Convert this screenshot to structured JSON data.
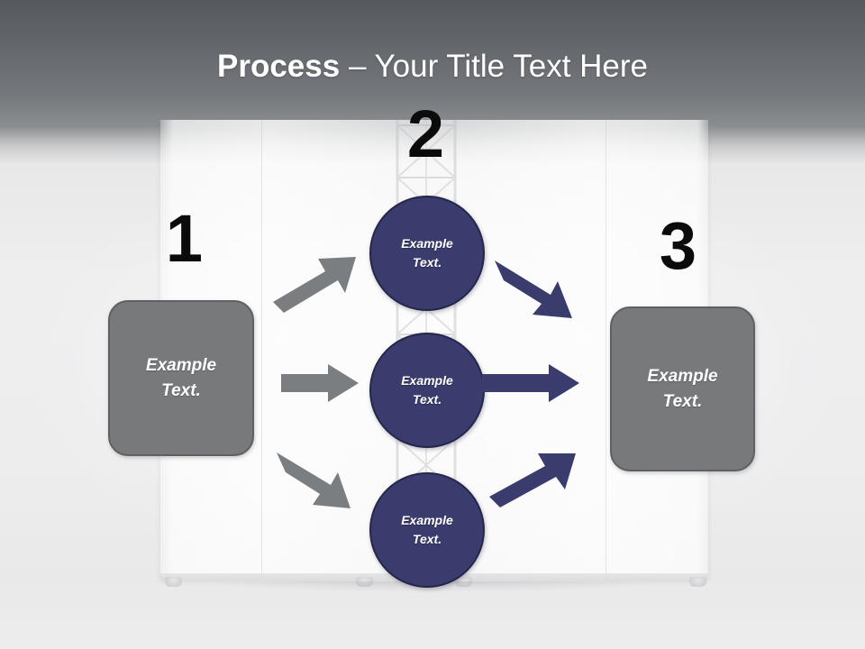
{
  "slide": {
    "title": {
      "strong": "Process",
      "light": " – Your Title Text Here"
    },
    "background": {
      "header_gradient_top": "#55595d",
      "header_gradient_bottom": "#ededee",
      "panel_color": "#f4f4f5",
      "scene": "white display panel with lattice tower"
    }
  },
  "colors": {
    "accent_navy": "#3a3c6e",
    "accent_navy_border": "#25264a",
    "box_gray": "#77797b",
    "box_gray_border": "#5e6063",
    "arrow_gray": "#7b7e80",
    "arrow_navy": "#3a3c6e",
    "number_black": "#0b0b0b",
    "text_white": "#ffffff"
  },
  "steps": [
    {
      "number": "1",
      "label": "step-one"
    },
    {
      "number": "2",
      "label": "step-two"
    },
    {
      "number": "3",
      "label": "step-three"
    }
  ],
  "input_box": {
    "line1": "Example",
    "line2": "Text."
  },
  "output_box": {
    "line1": "Example",
    "line2": "Text."
  },
  "circles": [
    {
      "line1": "Example",
      "line2": "Text."
    },
    {
      "line1": "Example",
      "line2": "Text."
    },
    {
      "line1": "Example",
      "line2": "Text."
    }
  ],
  "arrows": {
    "left": [
      {
        "name": "arrow-up-right-gray",
        "direction": "up-right",
        "color": "#7b7e80"
      },
      {
        "name": "arrow-right-gray",
        "direction": "right",
        "color": "#7b7e80"
      },
      {
        "name": "arrow-down-right-gray",
        "direction": "down-right",
        "color": "#7b7e80"
      }
    ],
    "right": [
      {
        "name": "arrow-down-right-navy",
        "direction": "down-right",
        "color": "#3a3c6e"
      },
      {
        "name": "arrow-right-navy",
        "direction": "right",
        "color": "#3a3c6e"
      },
      {
        "name": "arrow-up-right-navy",
        "direction": "up-right",
        "color": "#3a3c6e"
      }
    ]
  }
}
